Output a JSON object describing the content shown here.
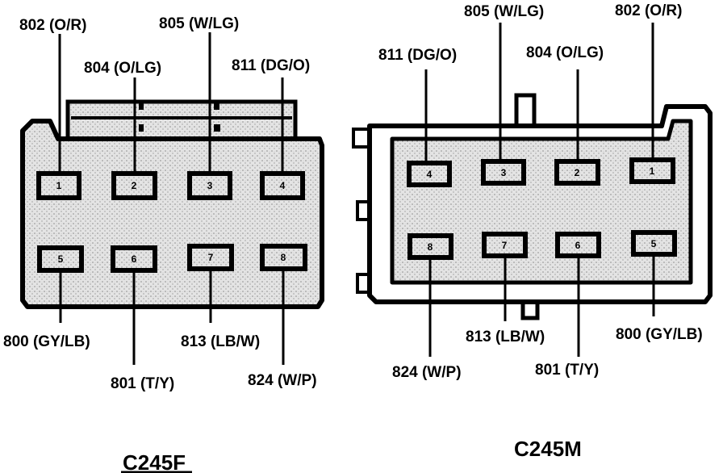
{
  "connectors": {
    "c245f": {
      "title": "C245F",
      "pins": [
        {
          "num": "1",
          "label": "802 (O/R)"
        },
        {
          "num": "2",
          "label": "804 (O/LG)"
        },
        {
          "num": "3",
          "label": "805 (W/LG)"
        },
        {
          "num": "4",
          "label": "811 (DG/O)"
        },
        {
          "num": "5",
          "label": "800 (GY/LB)"
        },
        {
          "num": "6",
          "label": "801 (T/Y)"
        },
        {
          "num": "7",
          "label": "813 (LB/W)"
        },
        {
          "num": "8",
          "label": "824 (W/P)"
        }
      ]
    },
    "c245m": {
      "title": "C245M",
      "pins": [
        {
          "num": "4",
          "label": "811 (DG/O)"
        },
        {
          "num": "3",
          "label": "805 (W/LG)"
        },
        {
          "num": "2",
          "label": "804 (O/LG)"
        },
        {
          "num": "1",
          "label": "802 (O/R)"
        },
        {
          "num": "8",
          "label": "824 (W/P)"
        },
        {
          "num": "7",
          "label": "813 (LB/W)"
        },
        {
          "num": "6",
          "label": "801 (T/Y)"
        },
        {
          "num": "5",
          "label": "800 (GY/LB)"
        }
      ]
    }
  }
}
